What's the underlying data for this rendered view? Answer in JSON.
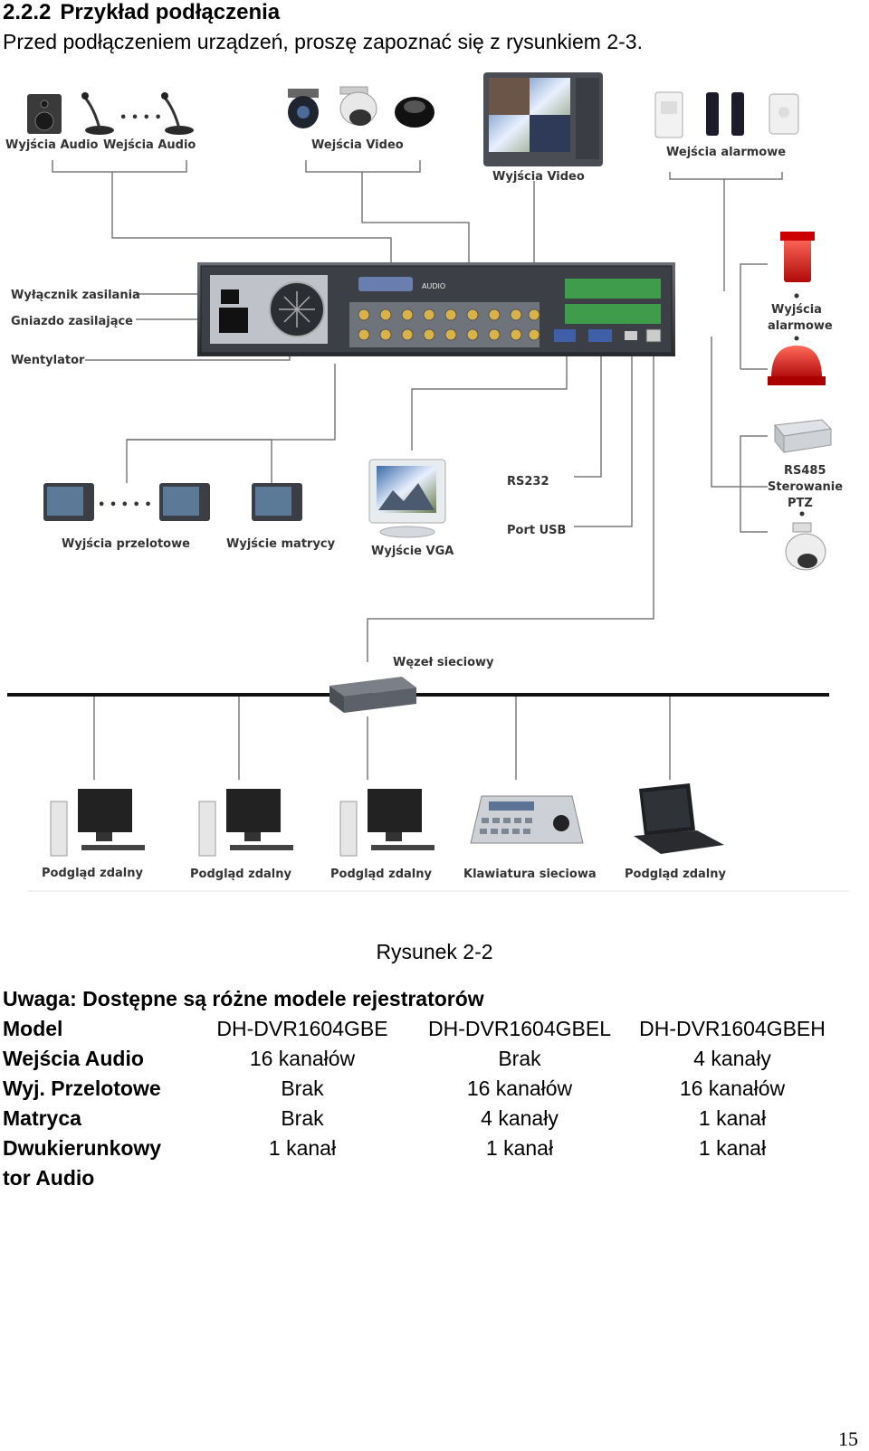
{
  "section": {
    "number": "2.2.2",
    "title": "Przykład podłączenia"
  },
  "intro": "Przed podłączeniem urządzeń, proszę zapoznać się z rysunkiem 2-3.",
  "diagram": {
    "labels": {
      "audio_out": "Wyjścia Audio",
      "audio_in": "Wejścia Audio",
      "video_in": "Wejścia Video",
      "video_out": "Wyjścia Video",
      "alarm_in": "Wejścia alarmowe",
      "power_switch": "Wyłącznik zasilania",
      "power_socket": "Gniazdo zasilające",
      "fan": "Wentylator",
      "alarm_out_1": "Wyjścia",
      "alarm_out_2": "alarmowe",
      "rs485_1": "RS485",
      "rs485_2": "Sterowanie",
      "rs485_3": "PTZ",
      "loop_out": "Wyjścia przelotowe",
      "matrix_out": "Wyjście matrycy",
      "vga_out": "Wyjście VGA",
      "rs232": "RS232",
      "usb": "Port USB",
      "switch": "Węzeł sieciowy",
      "remote_1": "Podgląd zdalny",
      "remote_2": "Podgląd zdalny",
      "remote_3": "Podgląd zdalny",
      "keyboard": "Klawiatura sieciowa",
      "remote_4": "Podgląd zdalny",
      "panel_audio": "AUDIO"
    }
  },
  "caption": "Rysunek 2-2",
  "note": "Uwaga: Dostępne są różne modele rejestratorów",
  "spec_table": {
    "header": [
      "Model",
      "DH-DVR1604GBE",
      "DH-DVR1604GBEL",
      "DH-DVR1604GBEH"
    ],
    "rows": [
      [
        "Wejścia Audio",
        "16 kanałów",
        "Brak",
        "4 kanały"
      ],
      [
        "Wyj. Przelotowe",
        "Brak",
        "16 kanałów",
        "16 kanałów"
      ],
      [
        "Matryca",
        "Brak",
        "4 kanały",
        "1 kanał"
      ],
      [
        "Dwukierunkowy",
        "1 kanał",
        "1 kanał",
        "1 kanał"
      ],
      [
        "tor Audio",
        "",
        "",
        ""
      ]
    ]
  },
  "page_number": "15"
}
